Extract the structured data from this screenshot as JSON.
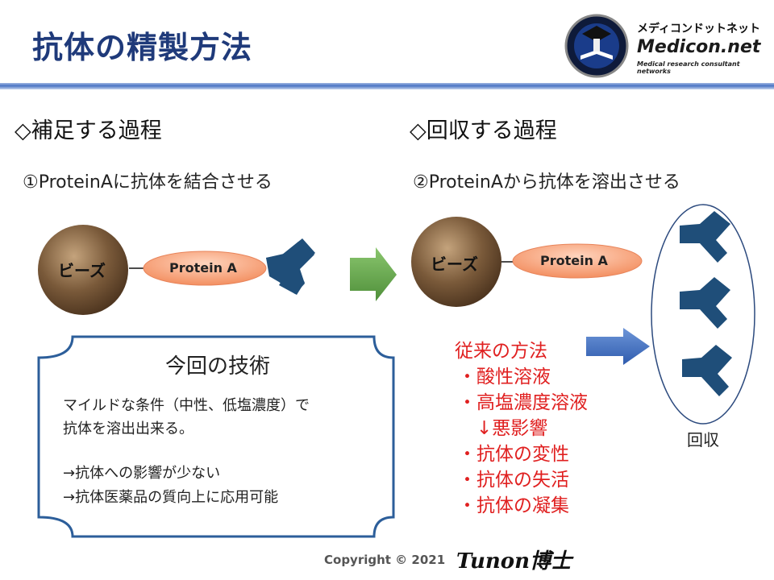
{
  "header": {
    "title": "抗体の精製方法",
    "logo_jp": "メディコンドットネット",
    "logo_en": "Medicon.net",
    "logo_sub": "Medical research consultant networks",
    "accent": "#1f3a7a"
  },
  "left": {
    "heading": "◇補足する過程",
    "step": "①ProteinAに抗体を結合させる",
    "bead_label": "ビーズ",
    "protein_label": "Protein A"
  },
  "right": {
    "heading": "◇回収する過程",
    "step": "②ProteinAから抗体を溶出させる",
    "bead_label": "ビーズ",
    "protein_label": "Protein A",
    "collect_label": "回収"
  },
  "technique_box": {
    "title": "今回の技術",
    "line1": "マイルドな条件（中性、低塩濃度）で",
    "line2": "抗体を溶出出来る。",
    "line3": "→抗体への影響が少ない",
    "line4": "→抗体医薬品の質向上に応用可能"
  },
  "conventional": {
    "title": "従来の方法",
    "items": [
      "・酸性溶液",
      "・高塩濃度溶液",
      "　↓悪影響",
      "・抗体の変性",
      "・抗体の失活",
      "・抗体の凝集"
    ],
    "color": "#e02020"
  },
  "footer": {
    "copyright": "Copyright © 2021",
    "signature": "Tunon博士"
  },
  "colors": {
    "bead": "#7a5a3a",
    "protein_a": "#f7a57f",
    "antibody": "#1f4e79",
    "green_arrow": "#6aa84f",
    "blue_arrow": "#4472c4"
  }
}
